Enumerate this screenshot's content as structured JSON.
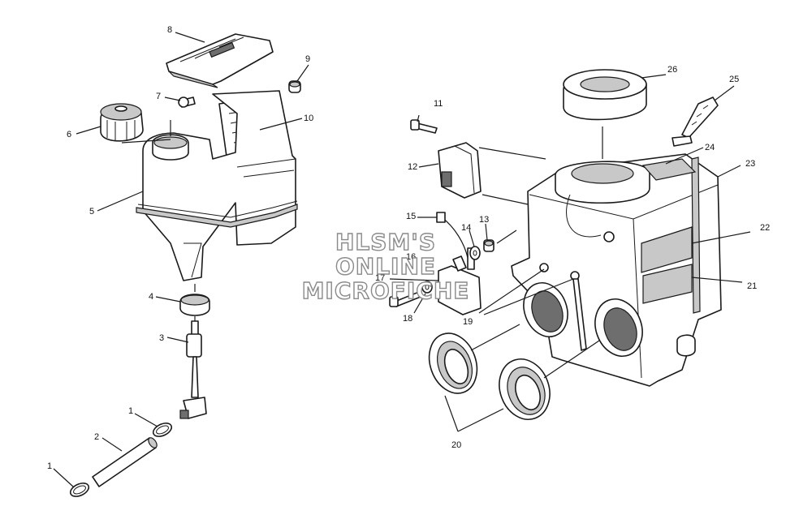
{
  "callouts": [
    {
      "id": "1a",
      "label": "1"
    },
    {
      "id": "1b",
      "label": "1"
    },
    {
      "id": "2",
      "label": "2"
    },
    {
      "id": "3",
      "label": "3"
    },
    {
      "id": "4",
      "label": "4"
    },
    {
      "id": "5",
      "label": "5"
    },
    {
      "id": "6",
      "label": "6"
    },
    {
      "id": "7",
      "label": "7"
    },
    {
      "id": "8",
      "label": "8"
    },
    {
      "id": "9",
      "label": "9"
    },
    {
      "id": "10",
      "label": "10"
    },
    {
      "id": "11",
      "label": "11"
    },
    {
      "id": "12",
      "label": "12"
    },
    {
      "id": "13",
      "label": "13"
    },
    {
      "id": "14",
      "label": "14"
    },
    {
      "id": "15",
      "label": "15"
    },
    {
      "id": "16",
      "label": "16"
    },
    {
      "id": "17",
      "label": "17"
    },
    {
      "id": "18",
      "label": "18"
    },
    {
      "id": "19",
      "label": "19"
    },
    {
      "id": "20",
      "label": "20"
    },
    {
      "id": "21",
      "label": "21"
    },
    {
      "id": "22",
      "label": "22"
    },
    {
      "id": "23",
      "label": "23"
    },
    {
      "id": "24",
      "label": "24"
    },
    {
      "id": "25",
      "label": "25"
    },
    {
      "id": "26",
      "label": "26"
    }
  ],
  "watermark": {
    "line1": "HLSM'S",
    "line2": "ONLINE",
    "line3": "MICROFICHE"
  }
}
